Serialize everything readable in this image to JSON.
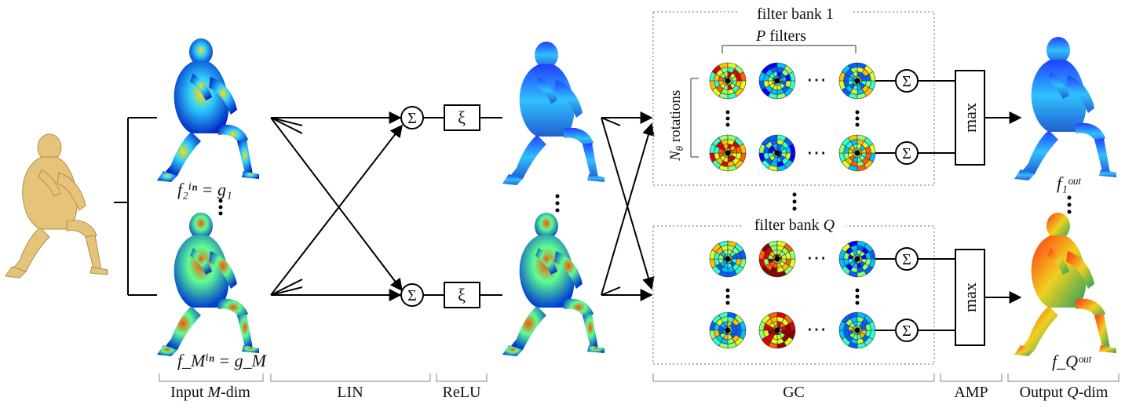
{
  "colors": {
    "line": "#000000",
    "dotted": "#888888",
    "mesh_input": "#e8c777",
    "jet": [
      "#00008f",
      "#0000ff",
      "#0060ff",
      "#00c0ff",
      "#30ffcf",
      "#90ff70",
      "#e0ff20",
      "#ffc000",
      "#ff6000",
      "#e00000",
      "#8f0000"
    ]
  },
  "figures": {
    "input_mesh": "kneeling-human-mesh",
    "feature_meshes": "kneeling-human-mesh-heatmap"
  },
  "labels": {
    "f2_eq": "f₂ⁱⁿ = g₁",
    "fM_eq": "f_Mⁱⁿ = g_M",
    "f1_out": "f₁ᵒᵘᵗ",
    "fQ_out": "f_Qᵒᵘᵗ",
    "filter_bank_1": "filter bank 1",
    "filter_bank_Q_prefix": "filter bank ",
    "filter_bank_Q_var": "Q",
    "p_filters_var": "P",
    "p_filters_suffix": " filters",
    "rotations_var": "N",
    "rotations_sub": "θ",
    "rotations_suffix": " rotations",
    "sum": "Σ",
    "xi": "ξ",
    "max": "max",
    "ellipsis": "⋯"
  },
  "stages": {
    "input_prefix": "Input ",
    "input_var": "M",
    "input_suffix": "-dim",
    "lin": "LIN",
    "relu": "ReLU",
    "gc": "GC",
    "amp": "AMP",
    "output_prefix": "Output ",
    "output_var": "Q",
    "output_suffix": "-dim"
  }
}
